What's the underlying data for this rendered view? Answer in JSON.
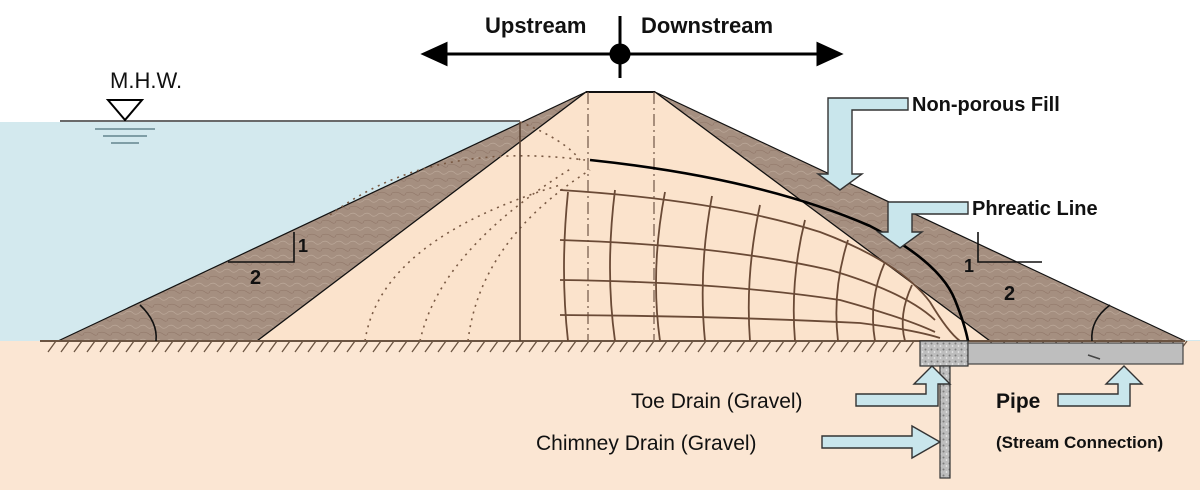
{
  "labels": {
    "upstream": "Upstream",
    "downstream": "Downstream",
    "water_level": "M.H.W.",
    "non_porous_fill": "Non-porous Fill",
    "phreatic_line": "Phreatic Line",
    "toe_drain": "Toe Drain (Gravel)",
    "chimney_drain": "Chimney Drain (Gravel)",
    "pipe": "Pipe",
    "stream_connection": "(Stream Connection)"
  },
  "slopes": {
    "upstream": {
      "rise": "1",
      "run": "2"
    },
    "downstream": {
      "rise": "1",
      "run": "2"
    }
  },
  "colors": {
    "water": "#d3e9ee",
    "foundation": "#fbe6d3",
    "core": "#fbe3cc",
    "shell": "#a58f80",
    "callout_arrow": "#c9e6ec",
    "gravel": "#bdbdbd",
    "pipe": "#bebebe",
    "ink": "#111111"
  },
  "icons": {
    "water_level_marker": "inverted-triangle-icon",
    "direction_marker": "double-arrow-icon"
  }
}
